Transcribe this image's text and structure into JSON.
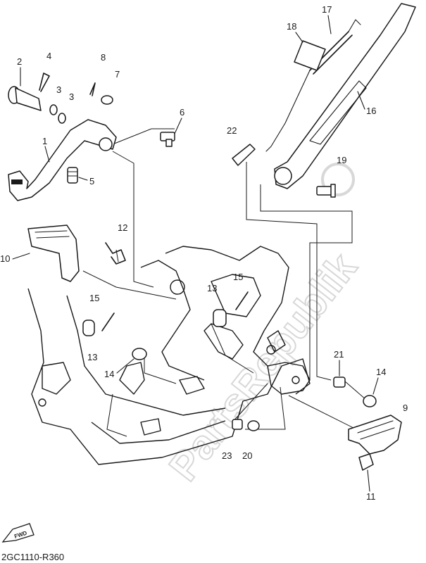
{
  "watermark": "PartsRepublik",
  "diagram_code": "2GC1110-R360",
  "fwd_label": "FWD",
  "callouts": [
    "1",
    "2",
    "3",
    "3",
    "4",
    "5",
    "6",
    "7",
    "8",
    "9",
    "10",
    "11",
    "12",
    "13",
    "13",
    "14",
    "14",
    "15",
    "15",
    "16",
    "17",
    "18",
    "19",
    "20",
    "21",
    "22",
    "23"
  ]
}
